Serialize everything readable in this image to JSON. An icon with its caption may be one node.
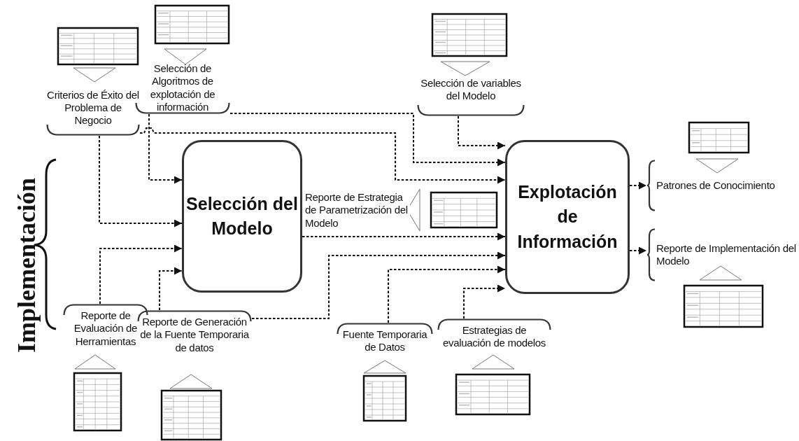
{
  "diagram": {
    "nodes": [
      {
        "text": [
          "Selección del Modelo"
        ]
      },
      {
        "text": [
          "Explotación de Información"
        ]
      },
      {
        "text": [
          "Criterios de Éxito del Problema de Negocio"
        ]
      },
      {
        "text": [
          "Selección de Algoritmos de explotación de información"
        ]
      },
      {
        "text": [
          "Selección de variables del Modelo"
        ]
      },
      {
        "text": [
          "Patrones de Conocimiento"
        ]
      },
      {
        "text": [
          "Reporte de Implementación del Modelo"
        ]
      },
      {
        "text": [
          "Reporte de Evaluación de Herramientas"
        ]
      },
      {
        "text": [
          "Reporte de Generación de la Fuente Temporaria de datos"
        ]
      },
      {
        "text": [
          "Fuente Temporaria de Datos"
        ]
      },
      {
        "text": [
          "Estrategias de evaluación de modelos"
        ]
      }
    ],
    "edges": [
      {
        "from": 3,
        "to": 0,
        "arrow": "to",
        "style": "dashed"
      },
      {
        "from": 2,
        "to": 0,
        "arrow": "to",
        "style": "dashed"
      },
      {
        "from": 7,
        "to": 0,
        "arrow": "to",
        "style": "dashed"
      },
      {
        "from": 8,
        "to": 0,
        "arrow": "to",
        "style": "dashed"
      },
      {
        "from": 4,
        "to": 1,
        "arrow": "to",
        "style": "dashed"
      },
      {
        "from": 3,
        "to": 1,
        "arrow": "to",
        "style": "dashed"
      },
      {
        "from": 2,
        "to": 1,
        "arrow": "to",
        "style": "dashed"
      },
      {
        "from": 0,
        "to": 1,
        "arrow": "to",
        "style": "dashed",
        "label": "Reporte de Estrategia de Parametrización del Modelo"
      },
      {
        "from": 8,
        "to": 1,
        "arrow": "to",
        "style": "dashed"
      },
      {
        "from": 9,
        "to": 1,
        "arrow": "to",
        "style": "dashed"
      },
      {
        "from": 10,
        "to": 1,
        "arrow": "to",
        "style": "dashed"
      },
      {
        "from": 1,
        "to": 5,
        "arrow": "to",
        "style": "dashed"
      },
      {
        "from": 1,
        "to": 6,
        "arrow": "to",
        "style": "dashed"
      }
    ],
    "labels": [
      "Implementación"
    ]
  }
}
